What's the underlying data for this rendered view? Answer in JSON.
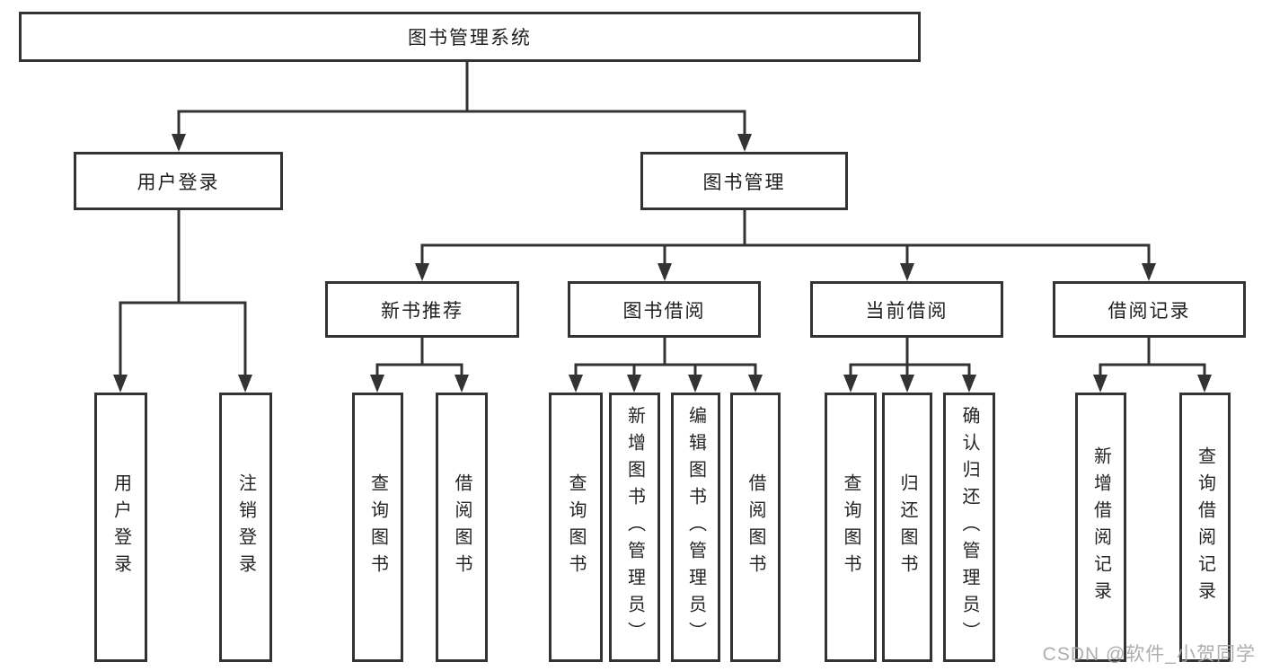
{
  "colors": {
    "line": "#333333",
    "box_border": "#333333",
    "box_background": "#ffffff",
    "text": "#1e1e1e",
    "watermark": "#a5a5a5",
    "background": "#ffffff"
  },
  "tree": {
    "root": {
      "label": "图书管理系统"
    },
    "level2": [
      {
        "label": "用户登录"
      },
      {
        "label": "图书管理"
      }
    ],
    "level3": [
      {
        "label": "新书推荐"
      },
      {
        "label": "图书借阅"
      },
      {
        "label": "当前借阅"
      },
      {
        "label": "借阅记录"
      }
    ],
    "leaves": {
      "user_login": [
        "用户登录",
        "注销登录"
      ],
      "new_book": [
        "查询图书",
        "借阅图书"
      ],
      "borrow": [
        "查询图书",
        "新增图书（管理员）",
        "编辑图书（管理员）",
        "借阅图书"
      ],
      "current": [
        "查询图书",
        "归还图书",
        "确认归还（管理员）"
      ],
      "records": [
        "新增借阅记录",
        "查询借阅记录"
      ]
    }
  },
  "watermark": {
    "text": "CSDN @软件_小贺同学"
  }
}
